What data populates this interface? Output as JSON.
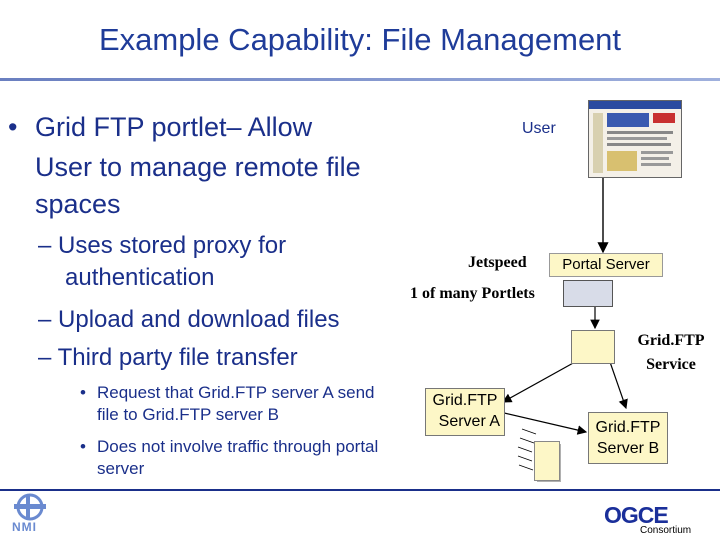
{
  "title": "Example Capability: File Management",
  "bullets": {
    "main_line1": "Grid FTP portlet– Allow",
    "main_line2": "User to manage remote file",
    "main_line3": "spaces",
    "sub1_line1": "– Uses stored proxy for",
    "sub1_line2": "authentication",
    "sub2": "– Upload and download files",
    "sub3": "– Third party file transfer",
    "sub3a_line1": "Request that Grid.FTP server A send",
    "sub3a_line2": "file to Grid.FTP server B",
    "sub3b_line1": "Does not involve traffic through portal",
    "sub3b_line2": "server"
  },
  "diagram": {
    "user_label": "User",
    "jetspeed_label": "Jetspeed",
    "portal_server_label": "Portal Server",
    "portlets_label": "1 of many Portlets",
    "gridftp_service_line1": "Grid.FTP",
    "gridftp_service_line2": "Service",
    "server_a_line1": "Grid.FTP",
    "server_a_line2": "Server A",
    "server_b_line1": "Grid.FTP",
    "server_b_line2": "Server B"
  },
  "footer": {
    "nmi_logo_text": "NMI",
    "ogce_text": "OGCE",
    "consortium_text": "Consortium"
  }
}
